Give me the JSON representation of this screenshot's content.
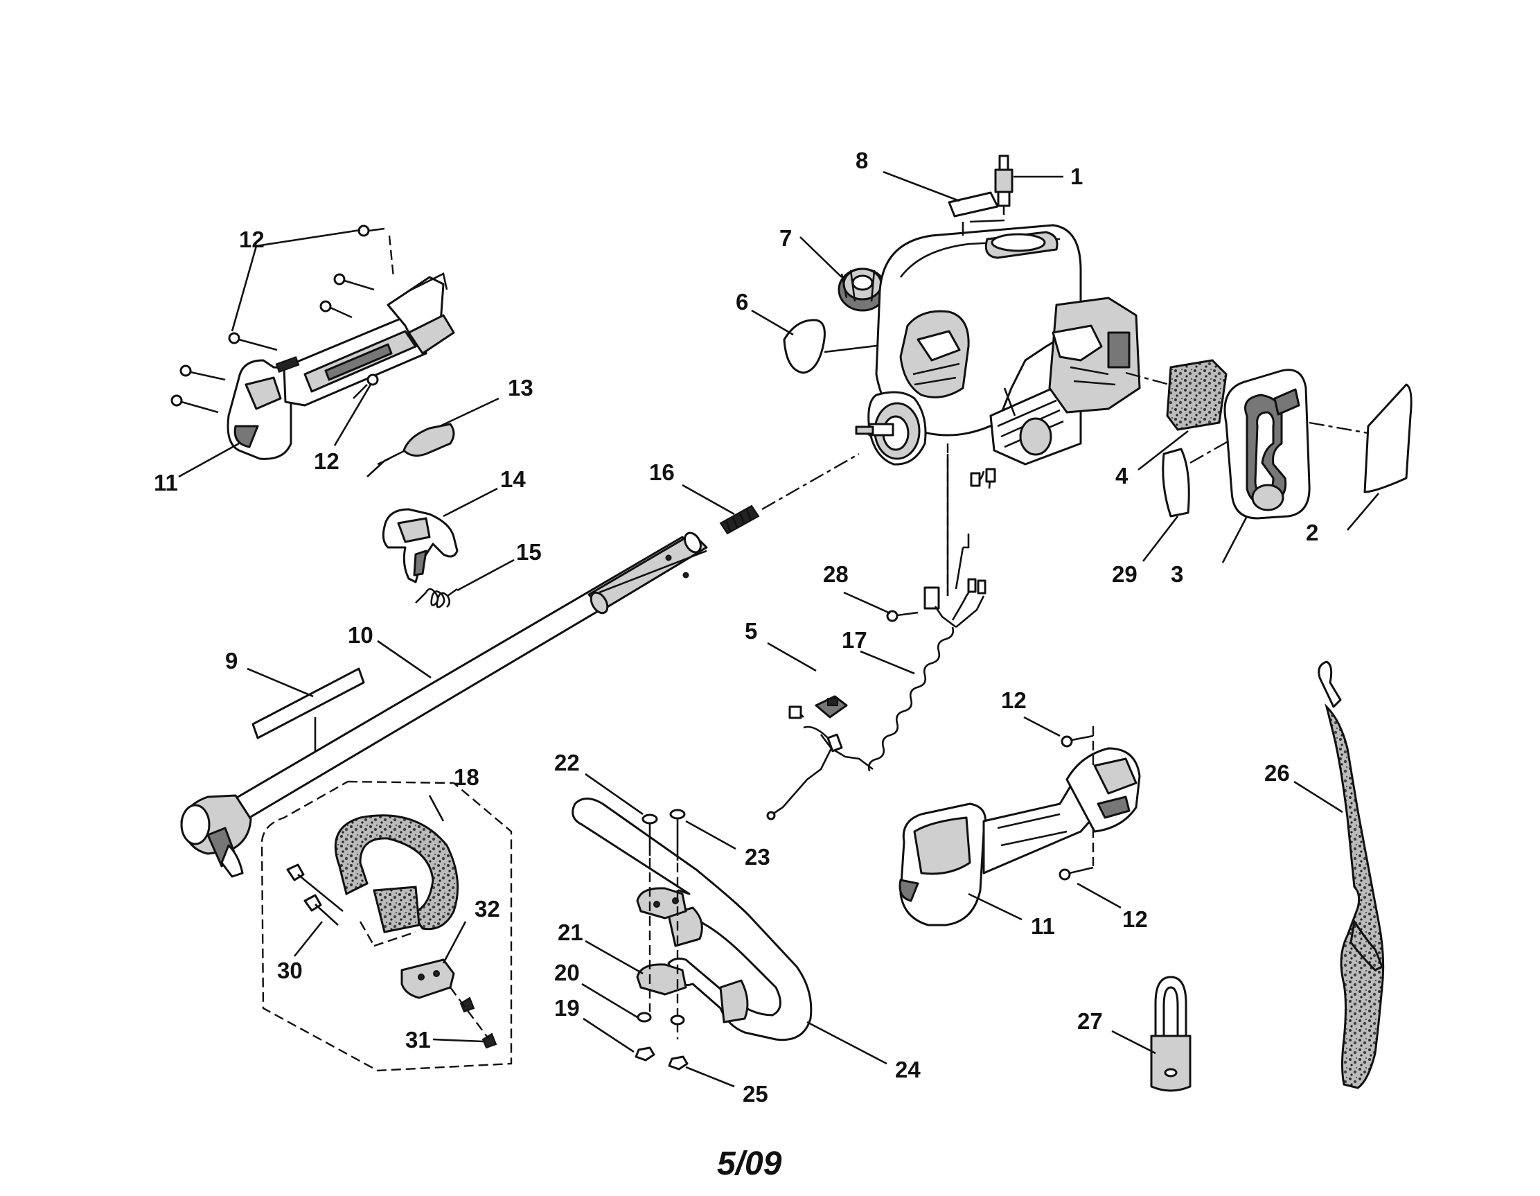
{
  "footer": {
    "date": "5/09"
  },
  "callouts": {
    "c1": "1",
    "c2": "2",
    "c3": "3",
    "c4": "4",
    "c5": "5",
    "c6": "6",
    "c7": "7",
    "c8": "8",
    "c9": "9",
    "c10": "10",
    "c11a": "11",
    "c11b": "11",
    "c12a": "12",
    "c12b": "12",
    "c12c": "12",
    "c12d": "12",
    "c13": "13",
    "c14": "14",
    "c15": "15",
    "c16": "16",
    "c17": "17",
    "c18": "18",
    "c19": "19",
    "c20": "20",
    "c21": "21",
    "c22": "22",
    "c23": "23",
    "c24": "24",
    "c25": "25",
    "c26": "26",
    "c27": "27",
    "c28": "28",
    "c29": "29",
    "c30": "30",
    "c31": "31",
    "c32": "32"
  },
  "icons": {
    "spark_plug": "spark-plug-icon",
    "engine": "engine-icon",
    "fuel_cap": "fuel-cap-icon",
    "air_filter": "air-filter-icon",
    "air_filter_cover": "air-filter-cover-icon",
    "drive_shaft": "drive-shaft-tube-icon",
    "handle_housing": "handle-housing-icon",
    "throttle_trigger": "throttle-trigger-icon",
    "loop_handle": "loop-handle-icon",
    "j_handle": "j-handle-icon",
    "shoulder_strap": "shoulder-strap-icon",
    "coupler": "coupler-icon",
    "wire_harness": "wire-harness-icon"
  }
}
